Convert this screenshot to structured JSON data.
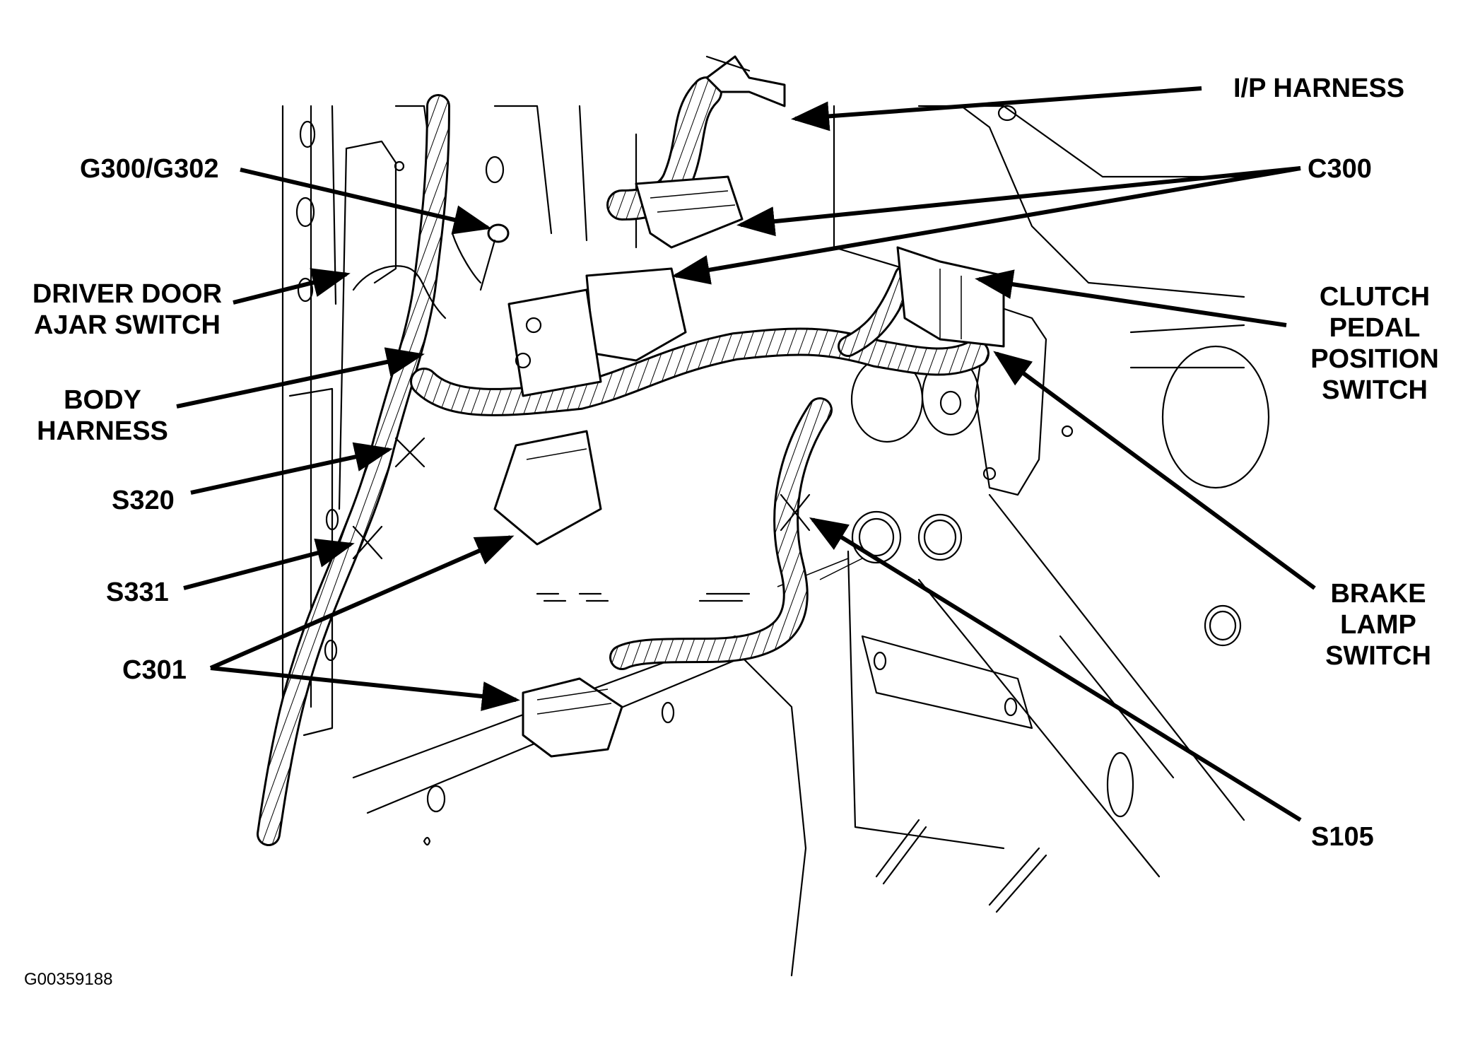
{
  "labels": {
    "ip_harness": "I/P HARNESS",
    "g300_g302": "G300/G302",
    "c300": "C300",
    "driver_door_line1": "DRIVER DOOR",
    "driver_door_line2": "AJAR SWITCH",
    "clutch_line1": "CLUTCH",
    "clutch_line2": "PEDAL",
    "clutch_line3": "POSITION",
    "clutch_line4": "SWITCH",
    "body_line1": "BODY",
    "body_line2": "HARNESS",
    "s320": "S320",
    "s331": "S331",
    "brake_line1": "BRAKE",
    "brake_line2": "LAMP",
    "brake_line3": "SWITCH",
    "c301": "C301",
    "s105": "S105"
  },
  "figure_id": "G00359188"
}
